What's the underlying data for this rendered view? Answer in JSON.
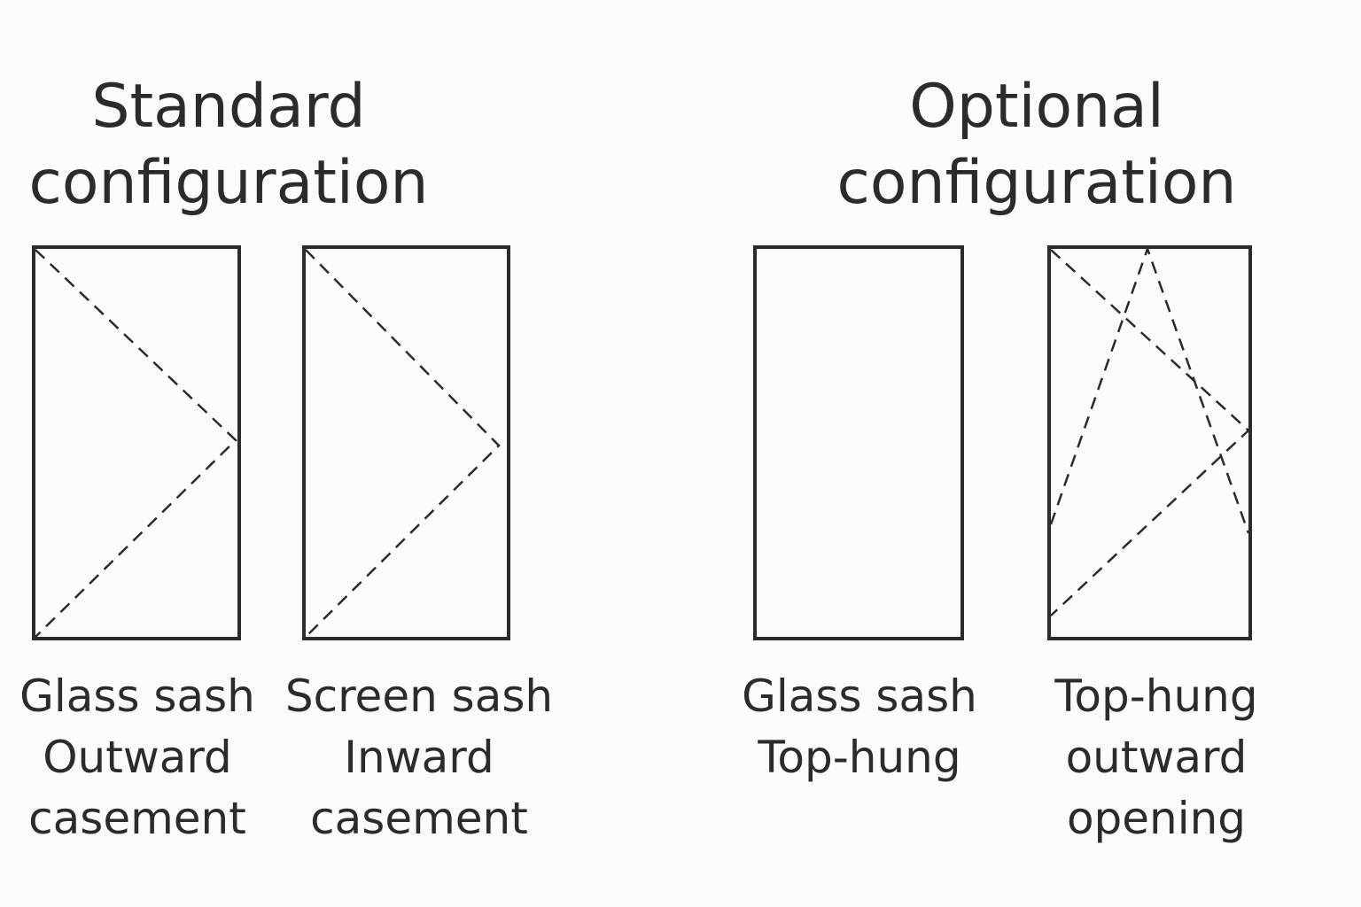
{
  "standard": {
    "heading": [
      "Standard",
      "configuration"
    ],
    "panels": [
      {
        "caption": [
          "Glass sash",
          "Outward",
          "casement"
        ],
        "opening_symbol": "side-hinged-chevron"
      },
      {
        "caption": [
          "Screen sash",
          "Inward",
          "casement"
        ],
        "opening_symbol": "side-hinged-chevron"
      }
    ]
  },
  "optional": {
    "heading": [
      "Optional",
      "configuration"
    ],
    "panels": [
      {
        "caption": [
          "Glass sash",
          "Top-hung"
        ],
        "opening_symbol": "none"
      },
      {
        "caption": [
          "Top-hung",
          "outward",
          "opening"
        ],
        "opening_symbol": "chevron-plus-top-hung-triangle"
      }
    ]
  },
  "colors": {
    "line": "#2b2b2b",
    "background": "#fbfbfb"
  }
}
